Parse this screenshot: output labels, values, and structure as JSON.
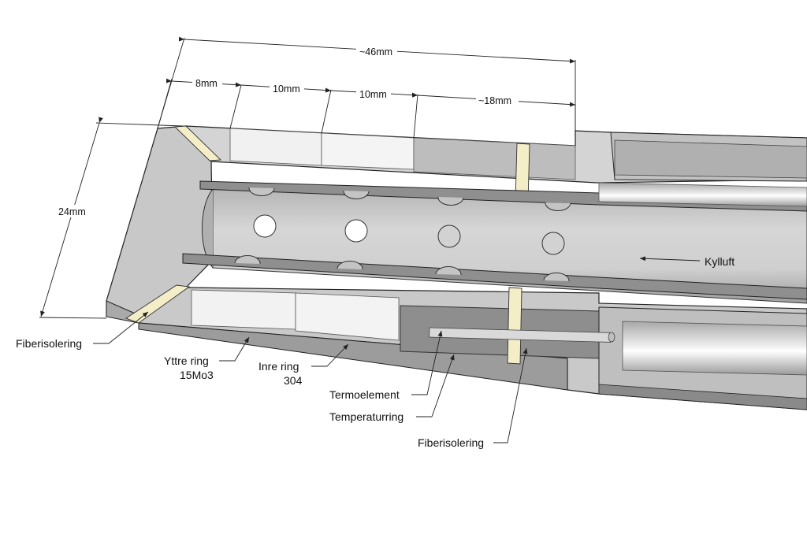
{
  "dimensions": {
    "total": "~46mm",
    "seg1": "8mm",
    "seg2": "10mm",
    "seg3": "10mm",
    "seg4": "~18mm",
    "height": "24mm"
  },
  "labels": {
    "fiber_left": "Fiberisolering",
    "outer_ring_line1": "Yttre ring",
    "outer_ring_line2": "15Mo3",
    "inner_ring_line1": "Inre ring",
    "inner_ring_line2": "304",
    "thermoelement": "Termoelement",
    "temp_ring": "Temperaturring",
    "fiber_bottom": "Fiberisolering",
    "cooling_air": "Kylluft"
  },
  "colors": {
    "grey_face": "#c9c9c9",
    "dark_face": "#8d8d8d",
    "light_face": "#ececec",
    "insulation": "#f3edc8"
  }
}
